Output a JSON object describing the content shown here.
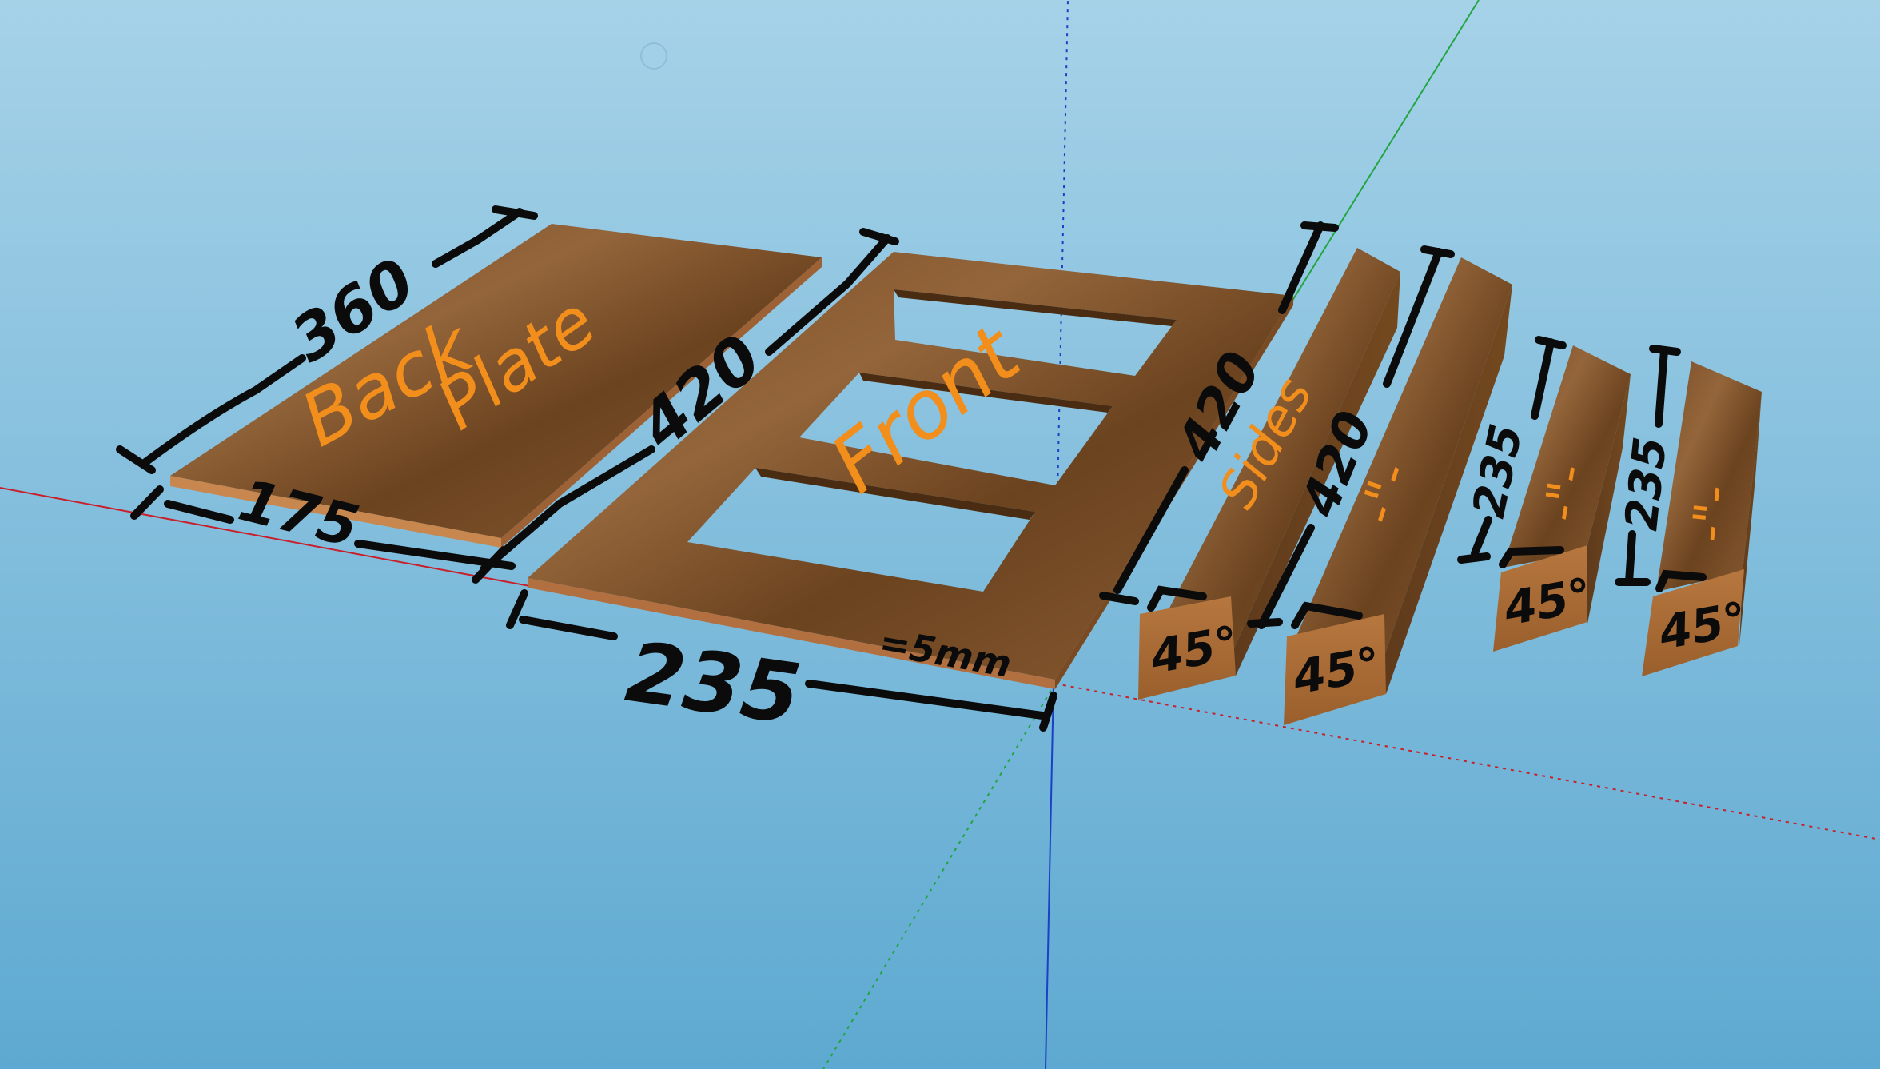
{
  "colors": {
    "sky_top": "#a6d2e8",
    "sky_bottom": "#5ea9d1",
    "wood_light": "#8e6035",
    "wood_dark": "#5e3a1c",
    "wood_edge": "#c8874f",
    "marker_black": "#0b0b0b",
    "marker_orange": "#f28e1c",
    "axis_red": "#c8202a",
    "axis_green": "#23a543",
    "axis_blue": "#1c3fc8"
  },
  "labels": {
    "back_word1": "Back",
    "back_word2": "Plate",
    "front": "Front",
    "sides": "Sides",
    "ditto": "-\"-"
  },
  "dimensions": {
    "back_length": "360",
    "back_width": "175",
    "front_length": "420",
    "front_width": "235",
    "thickness": "=5mm",
    "side_length": "420",
    "end_length": "235",
    "angle": "45°"
  }
}
